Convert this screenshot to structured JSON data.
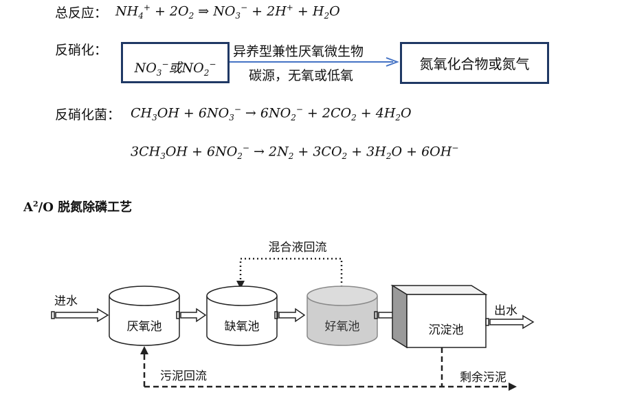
{
  "overall": {
    "label": "总反应：",
    "equation_html": "NH<sub>4</sub><sup>+</sup> + 2O<sub>2</sub> ⇒ NO<sub>3</sub><sup>−</sup> + 2H<sup>+</sup> + H<sub>2</sub>O"
  },
  "denitrification": {
    "label": "反硝化：",
    "source_html": "NO<sub>3</sub><sup>−</sup>或NO<sub>2</sub><sup>−</sup>",
    "arrow_top": "异养型兼性厌氧微生物",
    "arrow_bottom": "碳源，无氧或低氧",
    "product": "氮氧化合物或氮气"
  },
  "bacteria": {
    "label": "反硝化菌：",
    "eq1_html": "CH<sub>3</sub>OH + 6NO<sub>3</sub><sup>−</sup> → 6NO<sub>2</sub><sup>−</sup> + 2CO<sub>2</sub> + 4H<sub>2</sub>O",
    "eq2_html": "3CH<sub>3</sub>OH + 6NO<sub>2</sub><sup>−</sup> → 2N<sub>2</sub> + 3CO<sub>2</sub> + 3H<sub>2</sub>O + 6OH<sup>−</sup>"
  },
  "process": {
    "heading_html": "A<sup>2</sup>/O 脱氮除磷工艺",
    "inflow": "进水",
    "outflow": "出水",
    "mixed_return": "混合液回流",
    "sludge_return": "污泥回流",
    "excess_sludge": "剩余污泥",
    "tanks": [
      "厌氧池",
      "缺氧池",
      "好氧池",
      "沉淀池"
    ]
  }
}
